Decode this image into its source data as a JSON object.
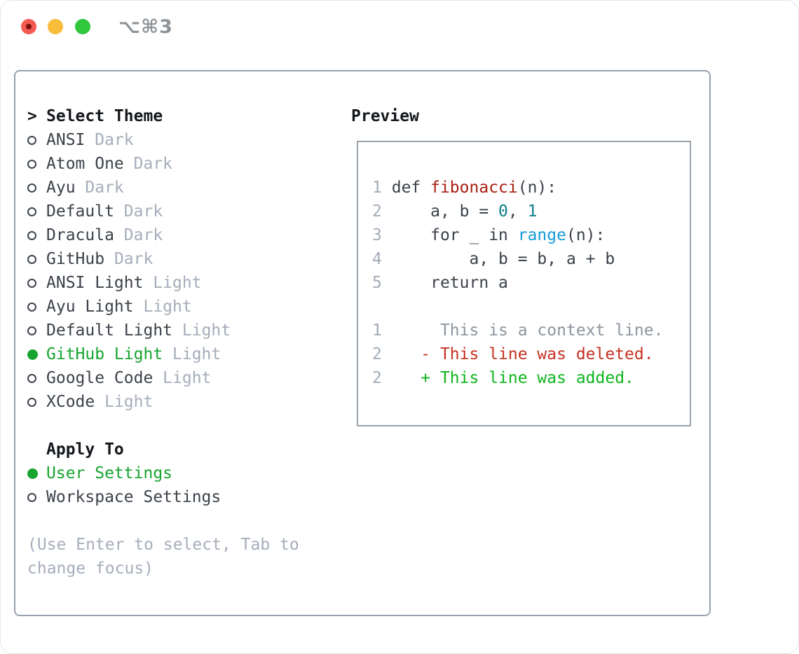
{
  "window": {
    "title": "⌥⌘3",
    "traffic_lights": [
      "close",
      "minimize",
      "zoom"
    ]
  },
  "theme_panel": {
    "header": {
      "cursor": ">",
      "label": "Select Theme"
    },
    "themes": [
      {
        "name": "ANSI",
        "variant": "Dark",
        "selected": false
      },
      {
        "name": "Atom One",
        "variant": "Dark",
        "selected": false
      },
      {
        "name": "Ayu",
        "variant": "Dark",
        "selected": false
      },
      {
        "name": "Default",
        "variant": "Dark",
        "selected": false
      },
      {
        "name": "Dracula",
        "variant": "Dark",
        "selected": false
      },
      {
        "name": "GitHub",
        "variant": "Dark",
        "selected": false
      },
      {
        "name": "ANSI Light",
        "variant": "Light",
        "selected": false
      },
      {
        "name": "Ayu Light",
        "variant": "Light",
        "selected": false
      },
      {
        "name": "Default Light",
        "variant": "Light",
        "selected": false
      },
      {
        "name": "GitHub Light",
        "variant": "Light",
        "selected": true
      },
      {
        "name": "Google Code",
        "variant": "Light",
        "selected": false
      },
      {
        "name": "XCode",
        "variant": "Light",
        "selected": false
      }
    ],
    "apply_to": {
      "label": "Apply To",
      "options": [
        {
          "name": "User Settings",
          "selected": true
        },
        {
          "name": "Workspace Settings",
          "selected": false
        }
      ]
    },
    "help_lines": [
      "(Use Enter to select, Tab to",
      "change focus)"
    ]
  },
  "preview": {
    "label": "Preview",
    "lines": [
      {
        "num": "1",
        "segments": [
          {
            "text": "def ",
            "color": "code"
          },
          {
            "text": "fibonacci",
            "color": "function"
          },
          {
            "text": "(n):",
            "color": "code"
          }
        ]
      },
      {
        "num": "2",
        "segments": [
          {
            "text": "    a, b = ",
            "color": "code"
          },
          {
            "text": "0",
            "color": "number"
          },
          {
            "text": ", ",
            "color": "code"
          },
          {
            "text": "1",
            "color": "number"
          }
        ]
      },
      {
        "num": "3",
        "segments": [
          {
            "text": "    for _ in ",
            "color": "code"
          },
          {
            "text": "range",
            "color": "builtin"
          },
          {
            "text": "(n):",
            "color": "code"
          }
        ]
      },
      {
        "num": "4",
        "segments": [
          {
            "text": "        a, b = b, a + b",
            "color": "code"
          }
        ]
      },
      {
        "num": "5",
        "segments": [
          {
            "text": "    return a",
            "color": "code"
          }
        ]
      },
      {
        "blank": true
      },
      {
        "num": "1",
        "segments": [
          {
            "text": "     This is a context line.",
            "color": "context"
          }
        ]
      },
      {
        "num": "2",
        "segments": [
          {
            "text": "   - This line was deleted.",
            "color": "deleted"
          }
        ]
      },
      {
        "num": "2",
        "segments": [
          {
            "text": "   + This line was added.",
            "color": "added"
          }
        ]
      }
    ]
  },
  "colors": {
    "text_primary": "#3b4149",
    "text_heading": "#14171b",
    "text_muted": "#a5adba",
    "panel_border": "#99a2ad",
    "radio_outline": "#3e444c",
    "green_selected": "#17a52f",
    "green_added": "#0eb41e",
    "red_deleted": "#c53222",
    "red_function": "#a91e12",
    "teal_number": "#0e7f88",
    "blue_builtin": "#189bd7",
    "gray_context": "#8d959e",
    "line_number": "#a3acb8",
    "titlebar_text": "#8e9398",
    "traffic_red": "#f35a51",
    "traffic_red_dot": "#7a120e",
    "traffic_yellow": "#f8bd3b",
    "traffic_green": "#31c83f"
  }
}
